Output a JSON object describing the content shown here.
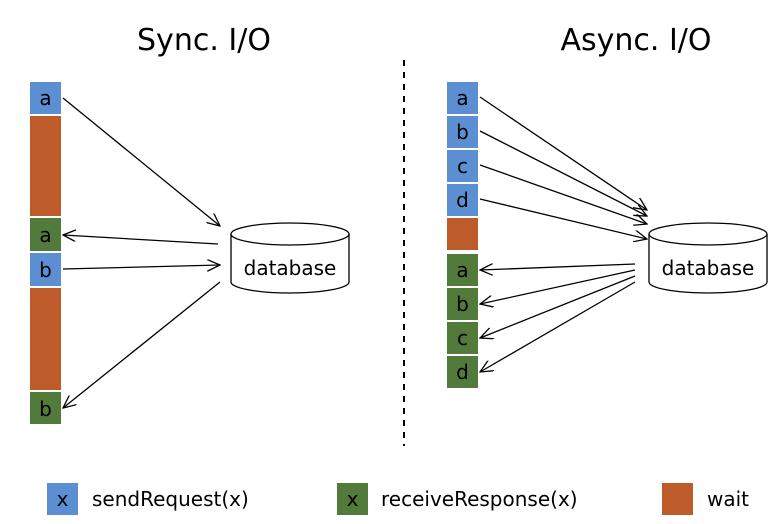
{
  "colors": {
    "send": "#5b8fd2",
    "receive": "#527a3a",
    "wait": "#bd5b2a"
  },
  "sync": {
    "title": "Sync. I/O",
    "blocks": [
      {
        "kind": "send",
        "label": "a"
      },
      {
        "kind": "wait",
        "label": ""
      },
      {
        "kind": "receive",
        "label": "a"
      },
      {
        "kind": "send",
        "label": "b"
      },
      {
        "kind": "wait",
        "label": ""
      },
      {
        "kind": "receive",
        "label": "b"
      }
    ],
    "database_label": "database"
  },
  "async": {
    "title": "Async. I/O",
    "blocks": [
      {
        "kind": "send",
        "label": "a"
      },
      {
        "kind": "send",
        "label": "b"
      },
      {
        "kind": "send",
        "label": "c"
      },
      {
        "kind": "send",
        "label": "d"
      },
      {
        "kind": "wait",
        "label": ""
      },
      {
        "kind": "receive",
        "label": "a"
      },
      {
        "kind": "receive",
        "label": "b"
      },
      {
        "kind": "receive",
        "label": "c"
      },
      {
        "kind": "receive",
        "label": "d"
      }
    ],
    "database_label": "database"
  },
  "legend": {
    "send": {
      "swatch": "x",
      "label": "sendRequest(x)"
    },
    "receive": {
      "swatch": "x",
      "label": "receiveResponse(x)"
    },
    "wait": {
      "swatch": "",
      "label": "wait"
    }
  }
}
